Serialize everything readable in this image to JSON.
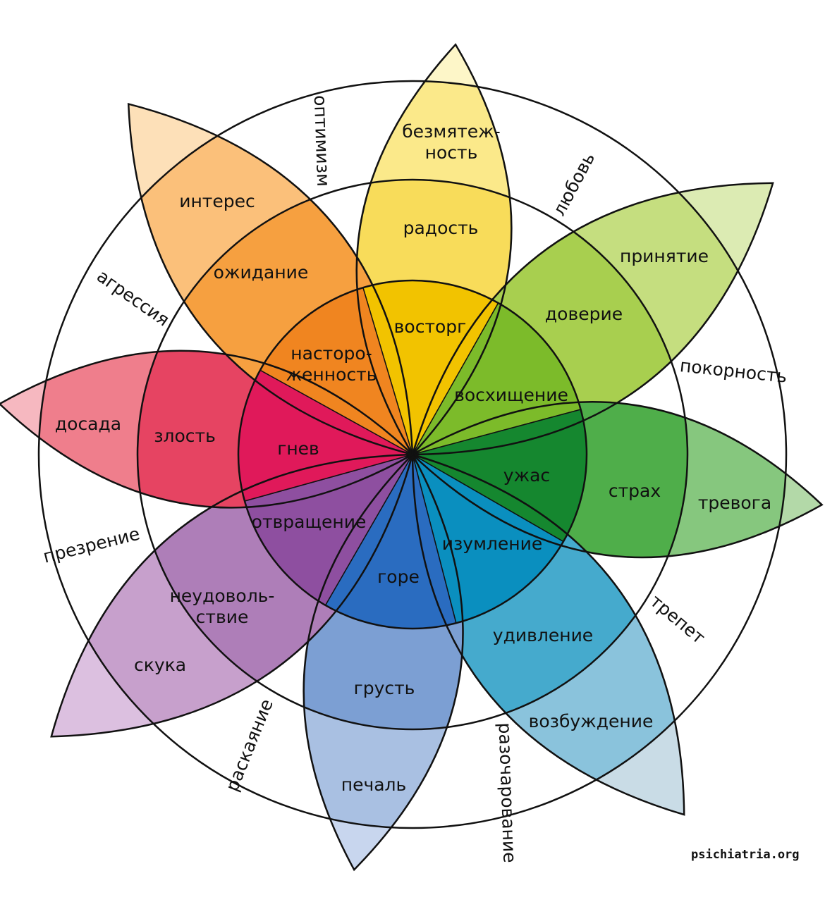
{
  "title": "Колесо эмоций",
  "petals": [
    {
      "id": "joy",
      "colors": [
        "#fdf6c8",
        "#fbe98a",
        "#f8dc5a",
        "#f2c300"
      ],
      "labels": [
        "безмятеж-\nность",
        "радость",
        "восторг"
      ]
    },
    {
      "id": "trust",
      "colors": [
        "#dcebb3",
        "#c5de7f",
        "#a8cf4f",
        "#7cbb2a"
      ],
      "labels": [
        "принятие",
        "доверие",
        "восхищение"
      ]
    },
    {
      "id": "fear",
      "colors": [
        "#b3d9a8",
        "#86c77e",
        "#4fae4a",
        "#15872f"
      ],
      "labels": [
        "тревога",
        "страх",
        "ужас"
      ]
    },
    {
      "id": "surprise",
      "colors": [
        "#c9dce6",
        "#8ac3dc",
        "#45aacd",
        "#0a8fbf"
      ],
      "labels": [
        "возбуждение",
        "удивление",
        "изумление"
      ]
    },
    {
      "id": "sadness",
      "colors": [
        "#c8d6ee",
        "#a9c0e2",
        "#7c9fd3",
        "#2a6cc0"
      ],
      "labels": [
        "печаль",
        "грусть",
        "горе"
      ]
    },
    {
      "id": "disgust",
      "colors": [
        "#dcc0e0",
        "#c7a0cc",
        "#ae7eb8",
        "#8e4fa0"
      ],
      "labels": [
        "скука",
        "неудоволь-\nствие",
        "отвращение"
      ]
    },
    {
      "id": "anger",
      "colors": [
        "#f6b8c0",
        "#ef7e8c",
        "#e64462",
        "#e0195a"
      ],
      "labels": [
        "досада",
        "злость",
        "гнев"
      ]
    },
    {
      "id": "anticipation",
      "colors": [
        "#fde0b8",
        "#fbc07a",
        "#f6a040",
        "#f08520"
      ],
      "labels": [
        "интерес",
        "ожидание",
        "настoро-\nженность"
      ]
    }
  ],
  "dyads": [
    "оптимизм",
    "любовь",
    "покорность",
    "трепет",
    "разочарование",
    "раскаяние",
    "презрение",
    "агрессия"
  ],
  "source": "psichiatria.org"
}
